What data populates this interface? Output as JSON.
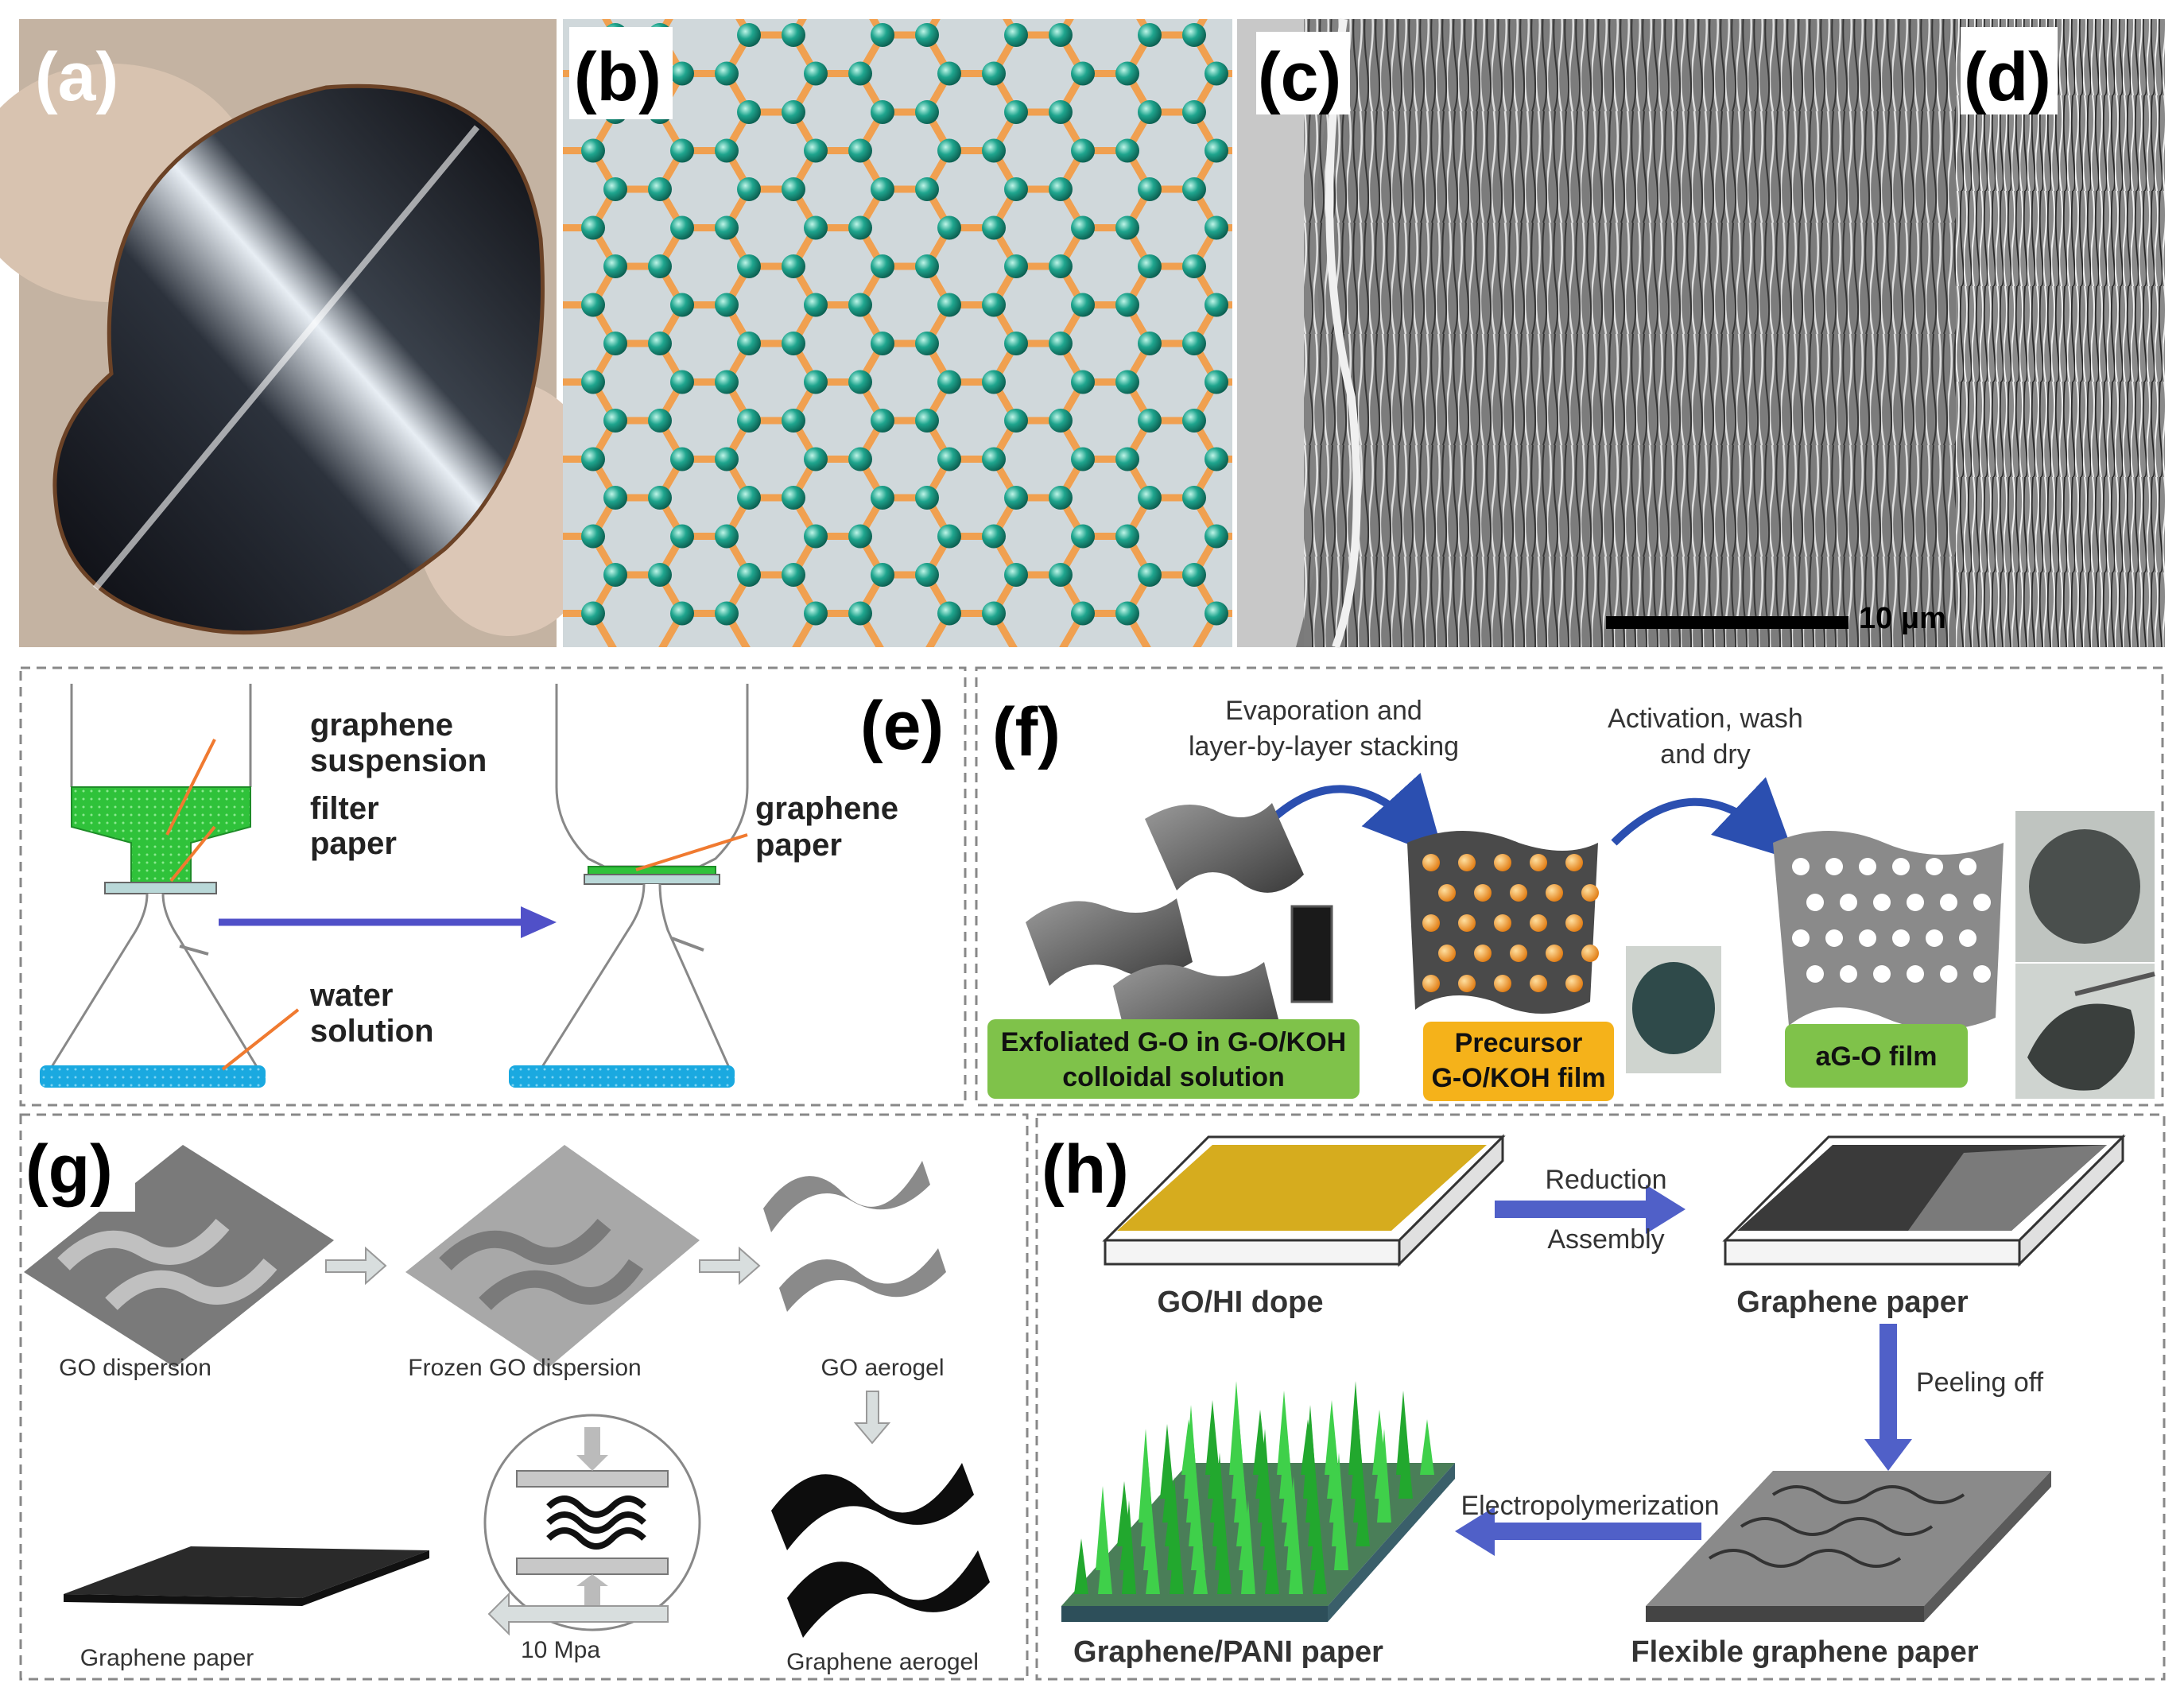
{
  "panels": {
    "a": {
      "label": "(a)"
    },
    "b": {
      "label": "(b)"
    },
    "c": {
      "label": "(c)",
      "scale_bar": "10 μm"
    },
    "d": {
      "label": "(d)"
    },
    "e": {
      "label": "(e)",
      "graphene_suspension": [
        "graphene",
        "suspension"
      ],
      "filter_paper": [
        "filter",
        "paper"
      ],
      "water_solution": [
        "water",
        "solution"
      ],
      "graphene_paper": [
        "graphene",
        "paper"
      ]
    },
    "f": {
      "label": "(f)",
      "step1": [
        "Evaporation and",
        "layer-by-layer stacking"
      ],
      "step2": [
        "Activation, wash",
        "and dry"
      ],
      "box1": [
        "Exfoliated G-O in G-O/KOH",
        "colloidal solution"
      ],
      "box2": [
        "Precursor",
        "G-O/KOH film"
      ],
      "box3": "aG-O film"
    },
    "g": {
      "label": "(g)",
      "go_dispersion": "GO dispersion",
      "frozen": "Frozen GO dispersion",
      "aerogel": "GO aerogel",
      "graphene_aerogel": "Graphene aerogel",
      "graphene_paper": "Graphene paper",
      "pressure": "10 Mpa"
    },
    "h": {
      "label": "(h)",
      "reduction": "Reduction",
      "assembly": "Assembly",
      "dope": "GO/HI dope",
      "graphene_paper": "Graphene paper",
      "peeling": "Peeling off",
      "electro": "Electropolymerization",
      "flexible": "Flexible graphene paper",
      "pani": "Graphene/PANI paper"
    }
  },
  "colors": {
    "arrow": "#4a4fc0",
    "green_box": "#7fc24a",
    "orange_box": "#f5b21a",
    "graphene_green": "#2fc23a",
    "water_blue": "#1aa9e0",
    "tray_gold": "#d6ac1e",
    "atom": "#1fa58e",
    "bond": "#f0a050"
  }
}
